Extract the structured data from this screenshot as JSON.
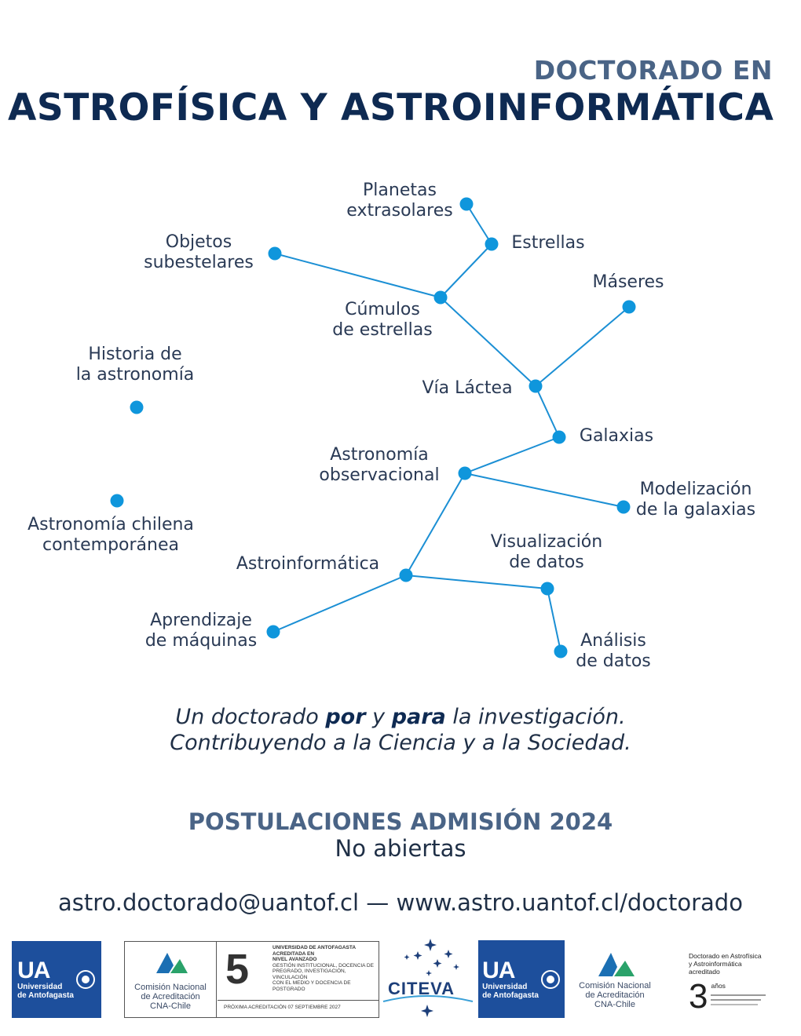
{
  "header": {
    "pre_title": "DOCTORADO EN",
    "title": "ASTROFÍSICA Y ASTROINFORMÁTICA"
  },
  "constellation": {
    "labels": {
      "planetas": [
        "Planetas",
        "extrasolares"
      ],
      "objetos": [
        "Objetos",
        "subestelares"
      ],
      "estrellas": [
        "Estrellas"
      ],
      "maseres": [
        "Máseres"
      ],
      "cumulos": [
        "Cúmulos",
        "de estrellas"
      ],
      "historia": [
        "Historia de",
        "la astronomía"
      ],
      "via_lactea": [
        "Vía Láctea"
      ],
      "galaxias": [
        "Galaxias"
      ],
      "observacional": [
        "Astronomía",
        "observacional"
      ],
      "modelizacion": [
        "Modelización",
        "de la galaxias"
      ],
      "chilena": [
        "Astronomía chilena",
        "contemporánea"
      ],
      "visualizacion": [
        "Visualización",
        "de datos"
      ],
      "astroinformatica": [
        "Astroinformática"
      ],
      "aprendizaje": [
        "Aprendizaje",
        "de máquinas"
      ],
      "analisis": [
        "Análisis",
        "de datos"
      ]
    },
    "colors": {
      "node": "#0f96dc",
      "line": "#1b8fd4"
    }
  },
  "tagline": {
    "l1_a": "Un doctorado ",
    "l1_b": "por",
    "l1_c": " y ",
    "l1_d": "para",
    "l1_e": " la investigación.",
    "l2": "Contribuyendo a la Ciencia y a la Sociedad."
  },
  "admission": {
    "title": "POSTULACIONES ADMISIÓN 2024",
    "status": "No abiertas"
  },
  "contact": "astro.doctorado@uantof.cl — www.astro.uantof.cl/doctorado",
  "logos": {
    "ua1": {
      "big": "UA",
      "l1": "Universidad",
      "l2": "de Antofagasta"
    },
    "cna1": {
      "l1": "Comisión Nacional",
      "l2": "de Acreditación",
      "l3": "CNA-Chile"
    },
    "acc5": {
      "num": "5",
      "l1": "UNIVERSIDAD DE ANTOFAGASTA",
      "l2": "ACREDITADA EN",
      "l3": "NIVEL AVANZADO",
      "l4": "GESTIÓN INSTITUCIONAL, DOCENCIA DE",
      "l5": "PREGRADO, INVESTIGACIÓN, VINCULACIÓN",
      "l6": "CON EL MEDIO Y DOCENCIA DE POSTGRADO",
      "footer": "PRÓXIMA ACREDITACIÓN 07 SEPTIEMBRE 2027"
    },
    "citeva": "CITEVA",
    "ua2": {
      "big": "UA",
      "l1": "Universidad",
      "l2": "de Antofagasta"
    },
    "cna2": {
      "l1": "Comisión Nacional",
      "l2": "de Acreditación",
      "l3": "CNA-Chile"
    },
    "acc3": {
      "l1": "Doctorado en Astrofísica",
      "l2": "y Astroinformática",
      "l3": "acreditado",
      "num": "3",
      "unit": "años"
    }
  }
}
